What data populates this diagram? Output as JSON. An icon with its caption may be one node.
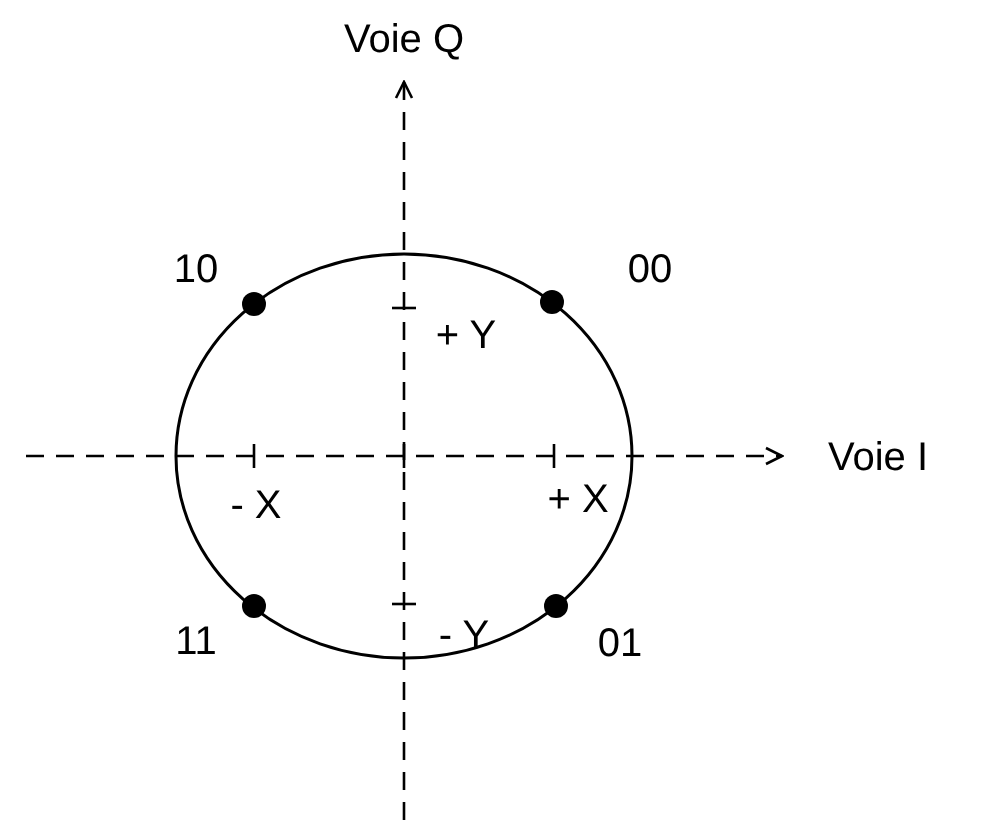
{
  "diagram": {
    "labels": [
      "Voie Q",
      "10",
      "00",
      "+ Y",
      "Voie I",
      "- X",
      "+ X",
      "11",
      "- Y",
      "01"
    ]
  }
}
